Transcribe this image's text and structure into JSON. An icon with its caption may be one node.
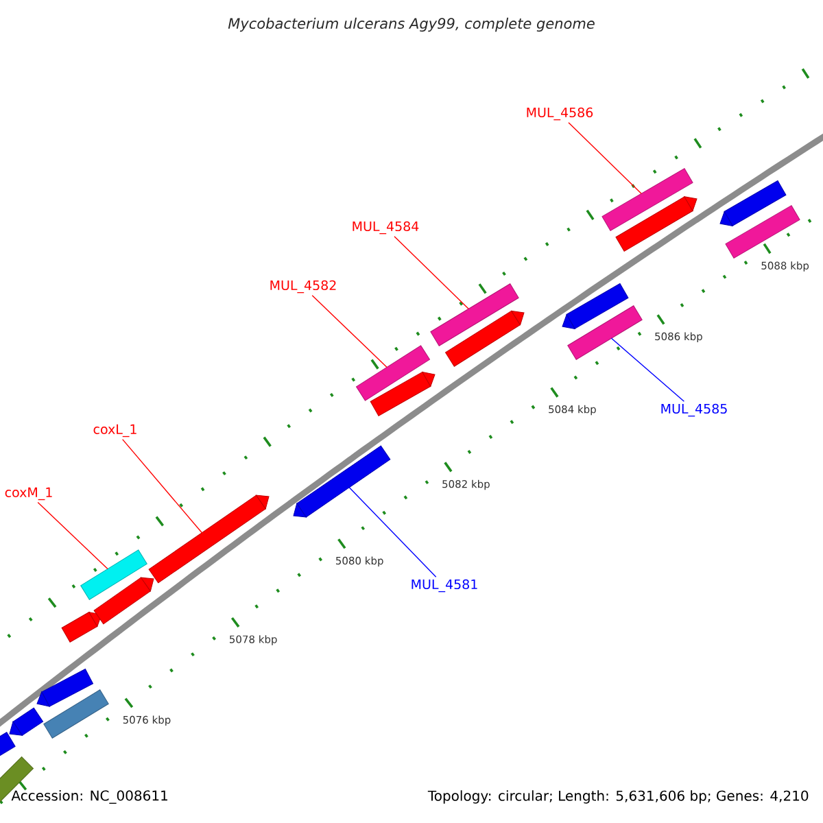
{
  "diagram": {
    "title": "Mycobacterium ulcerans Agy99, complete genome",
    "nodes": [
      {
        "text": [
          "MUL_4586"
        ]
      },
      {
        "text": [],
        "shape": "bar"
      },
      {
        "text": [
          "MUL_4584"
        ]
      },
      {
        "text": [],
        "shape": "bar"
      },
      {
        "text": [
          "MUL_4582"
        ]
      },
      {
        "text": [],
        "shape": "bar"
      },
      {
        "text": [],
        "shape": "bar"
      },
      {
        "text": [
          "MUL_4585"
        ]
      },
      {
        "text": [
          "coxL_1"
        ]
      },
      {
        "text": [],
        "shape": "bar"
      },
      {
        "text": [
          "coxM_1"
        ]
      },
      {
        "text": [],
        "shape": "bar"
      },
      {
        "text": [],
        "shape": "bar"
      },
      {
        "text": [
          "MUL_4581"
        ]
      },
      {
        "text": [],
        "shape": "bar"
      },
      {
        "text": [],
        "shape": "bar"
      },
      {
        "text": [],
        "shape": "bar"
      },
      {
        "text": [],
        "shape": "bar"
      },
      {
        "text": [],
        "shape": "bar"
      },
      {
        "text": [],
        "shape": "bar"
      },
      {
        "text": [],
        "shape": "bar"
      },
      {
        "text": [],
        "shape": "bar"
      },
      {
        "text": [],
        "shape": "bar"
      },
      {
        "text": [],
        "shape": "bar"
      },
      {
        "text": [],
        "shape": "bar"
      },
      {
        "text": [],
        "shape": "bar"
      },
      {
        "text": [],
        "shape": "bar"
      }
    ],
    "edges": [
      {
        "from": 0,
        "to": 1,
        "arrow": "none"
      },
      {
        "from": 2,
        "to": 3,
        "arrow": "none"
      },
      {
        "from": 4,
        "to": 5,
        "arrow": "none"
      },
      {
        "from": 7,
        "to": 6,
        "arrow": "none",
        "color": "#0000ff"
      },
      {
        "from": 8,
        "to": 9,
        "arrow": "none"
      },
      {
        "from": 10,
        "to": 11,
        "arrow": "none"
      },
      {
        "from": 13,
        "to": 12,
        "arrow": "none",
        "color": "#0000ff"
      }
    ],
    "labels": [
      "5076 kbp",
      "5078 kbp",
      "5080 kbp",
      "5082 kbp",
      "5084 kbp",
      "5086 kbp",
      "5088 kbp",
      "Accession: NC_008611",
      "Topology: circular; Length: 5,631,606 bp; Genes: 4,210"
    ]
  }
}
